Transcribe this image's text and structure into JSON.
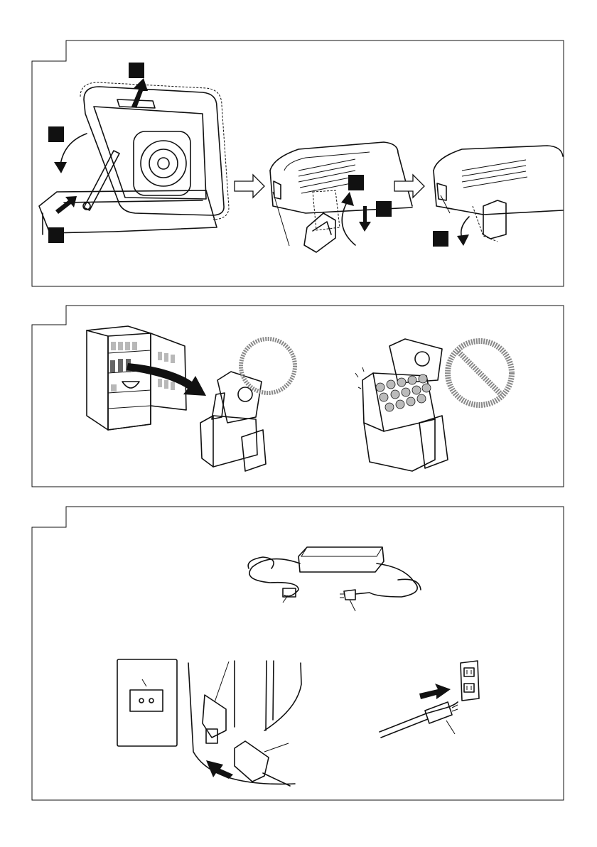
{
  "panels": [
    {
      "id": "panel-1",
      "steps": 4
    },
    {
      "id": "panel-2",
      "variants": [
        "ok",
        "prohibited"
      ]
    },
    {
      "id": "panel-3"
    }
  ],
  "icons": [
    "up-arrow-icon",
    "curved-arrow-icon",
    "right-hollow-arrow-icon",
    "prohibition-icon",
    "ok-circle-icon",
    "power-outlet-icon",
    "ac-adapter-icon"
  ],
  "colors": {
    "line": "#111111",
    "background": "#ffffff",
    "shade": "#b8b8b8"
  }
}
